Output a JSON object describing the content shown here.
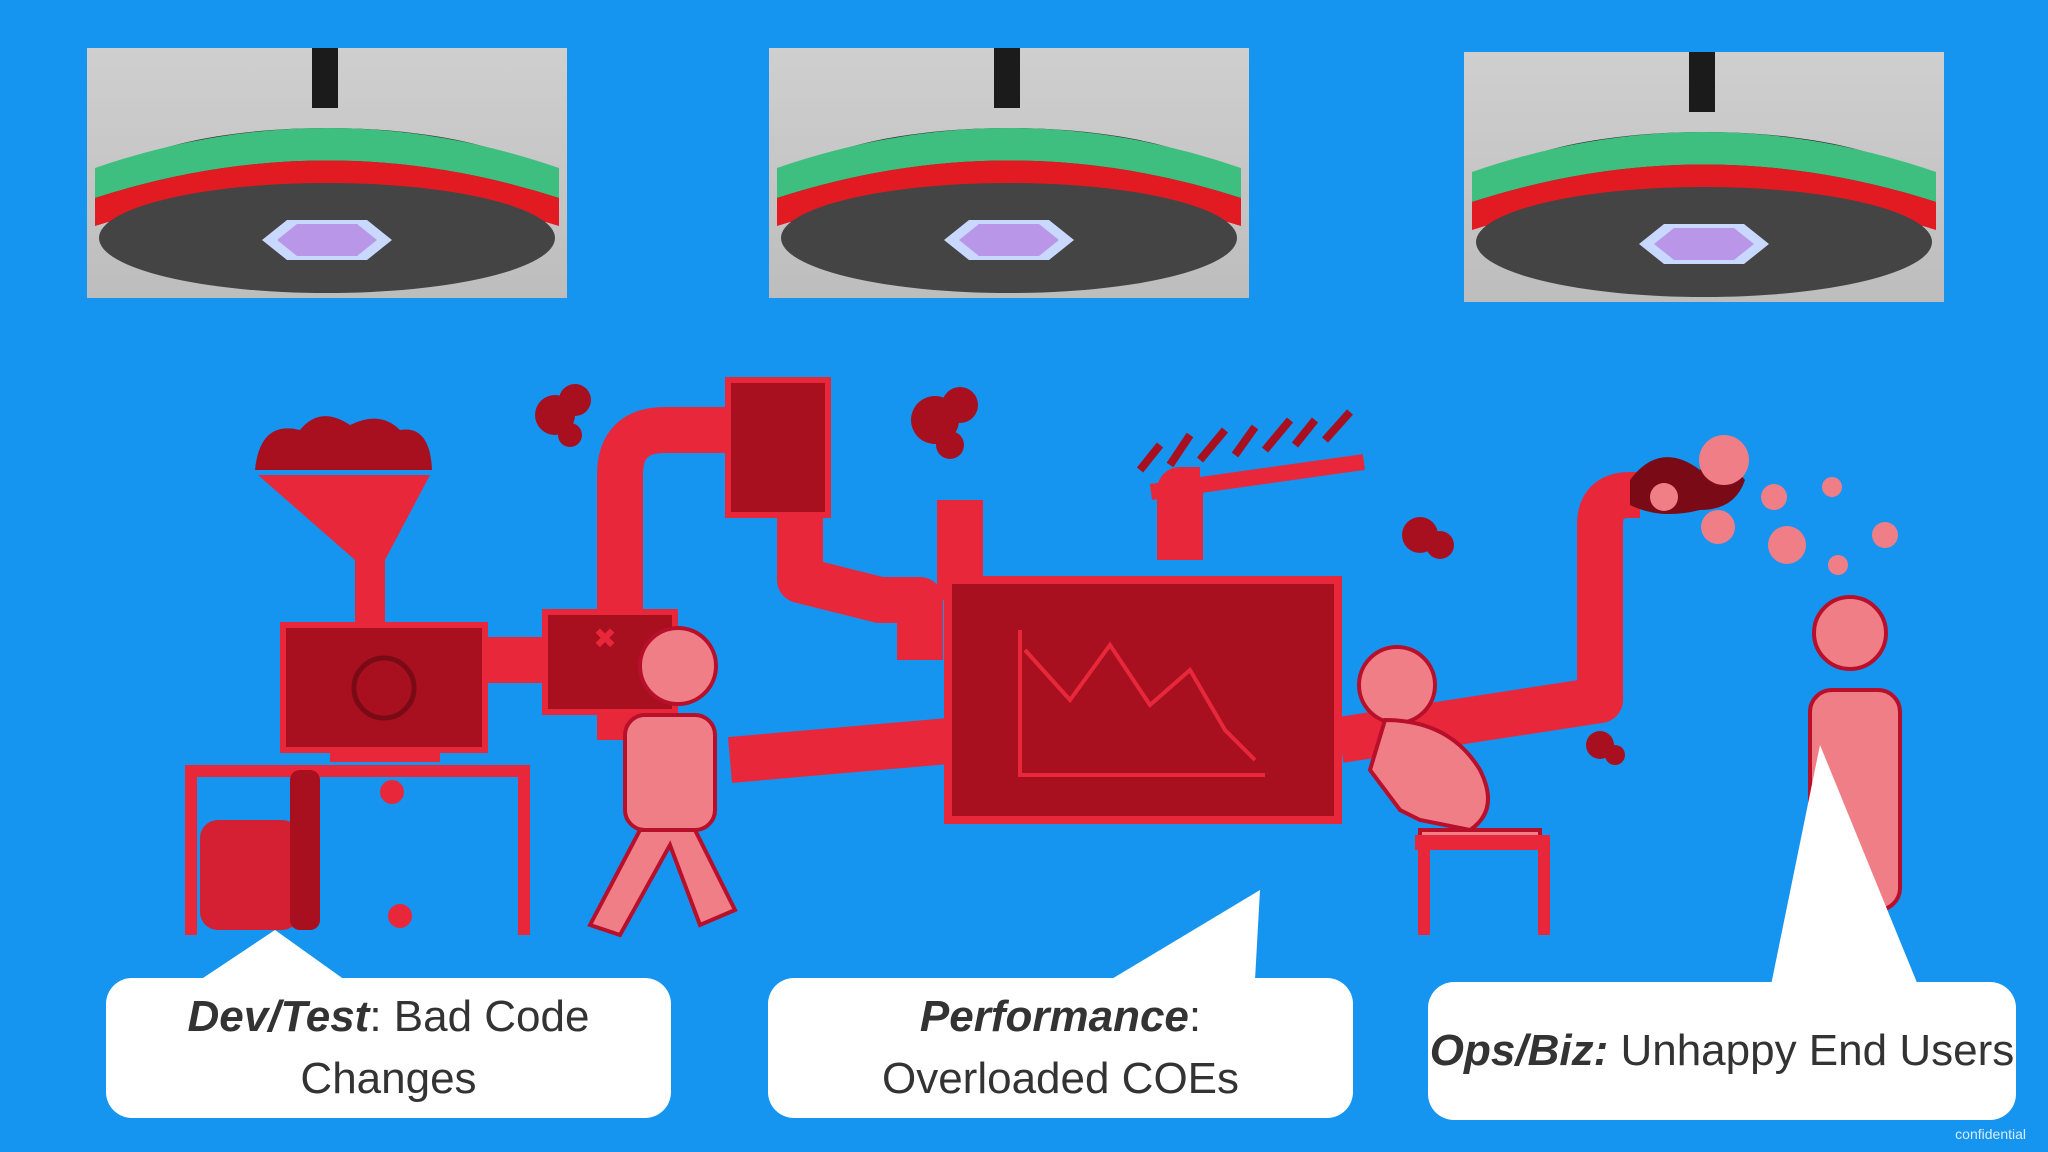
{
  "lights": [
    {
      "name": "light-1"
    },
    {
      "name": "light-2"
    },
    {
      "name": "light-3"
    }
  ],
  "bubbles": {
    "dev": {
      "label": "Dev/Test",
      "sep": ": ",
      "text": "Bad Code Changes"
    },
    "perf": {
      "label": "Performance",
      "sep": ":",
      "text": "Overloaded COEs"
    },
    "ops": {
      "label": "Ops/Biz:",
      "sep": " ",
      "text": "Unhappy End Users"
    }
  },
  "colors": {
    "background": "#1594f0",
    "pipe": "#e8283a",
    "dark_red": "#a8101f",
    "figure": "#f07e86",
    "bubble": "#ffffff"
  },
  "footer": {
    "confidential": "confidential"
  }
}
